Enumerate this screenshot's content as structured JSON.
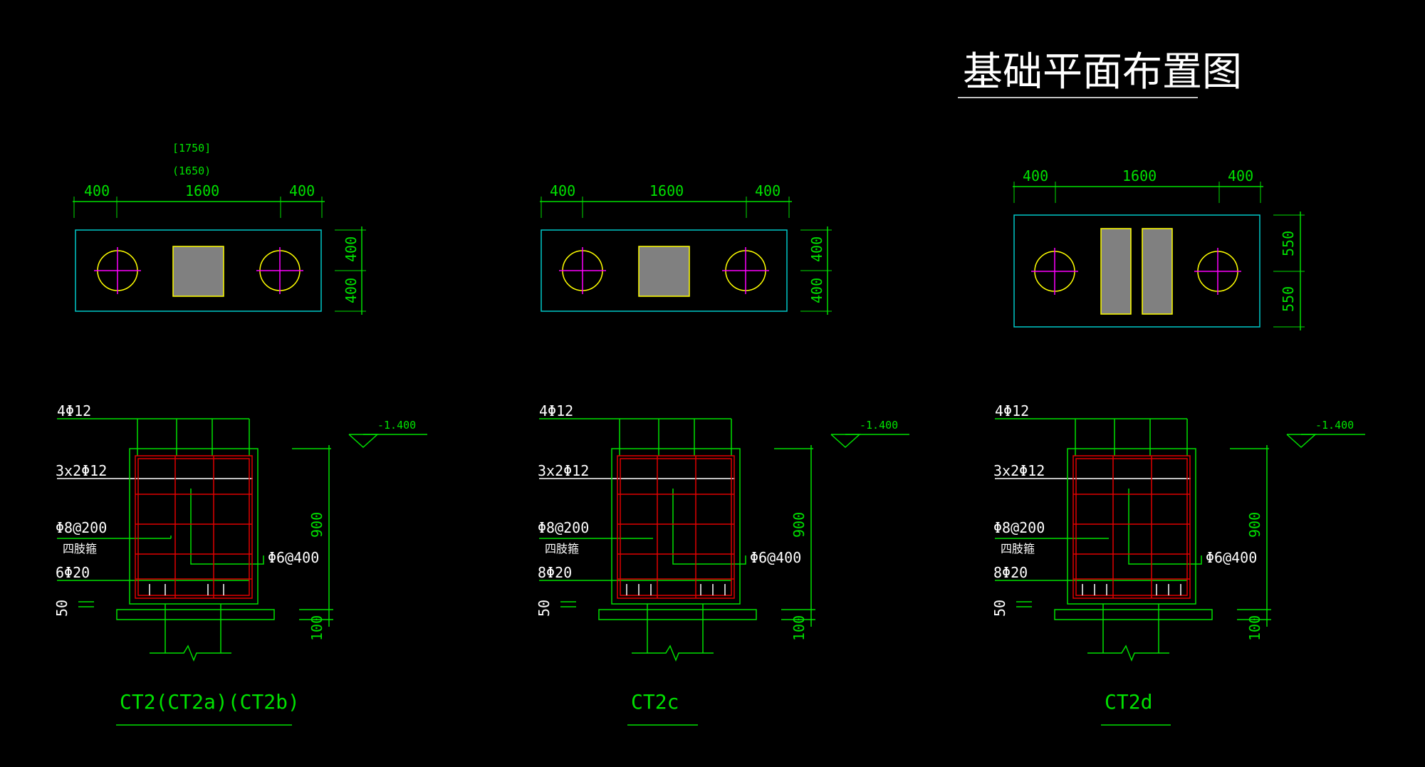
{
  "title": "基础平面布置图",
  "colors": {
    "background": "#000000",
    "dimension": "#00e000",
    "outline": "#00c8c8",
    "pile": "#ffff00",
    "axis": "#ff00ff",
    "column": "#808080",
    "rebar": "#e00000",
    "text": "#ffffff"
  },
  "plans": [
    {
      "extra_dims": [
        "[1750]",
        "(1650)"
      ],
      "dims_h": [
        "400",
        "1600",
        "400"
      ],
      "dims_v": [
        "400",
        "400"
      ]
    },
    {
      "extra_dims": [],
      "dims_h": [
        "400",
        "1600",
        "400"
      ],
      "dims_v": [
        "400",
        "400"
      ]
    },
    {
      "extra_dims": [],
      "dims_h": [
        "400",
        "1600",
        "400"
      ],
      "dims_v": [
        "550",
        "550"
      ]
    }
  ],
  "sections": [
    {
      "top_bar": "4Φ12",
      "mid_bar": "3x2Φ12",
      "stirrup": "Φ8@200",
      "stirrup_note": "四肢箍",
      "bottom_bar": "6Φ20",
      "tie": "Φ6@400",
      "elevation": "-1.400",
      "height": "900",
      "cover": "50",
      "bed": "100",
      "name": "CT2(CT2a)(CT2b)"
    },
    {
      "top_bar": "4Φ12",
      "mid_bar": "3x2Φ12",
      "stirrup": "Φ8@200",
      "stirrup_note": "四肢箍",
      "bottom_bar": "8Φ20",
      "tie": "Φ6@400",
      "elevation": "-1.400",
      "height": "900",
      "cover": "50",
      "bed": "100",
      "name": "CT2c"
    },
    {
      "top_bar": "4Φ12",
      "mid_bar": "3x2Φ12",
      "stirrup": "Φ8@200",
      "stirrup_note": "四肢箍",
      "bottom_bar": "8Φ20",
      "tie": "Φ6@400",
      "elevation": "-1.400",
      "height": "900",
      "cover": "50",
      "bed": "100",
      "name": "CT2d"
    }
  ]
}
